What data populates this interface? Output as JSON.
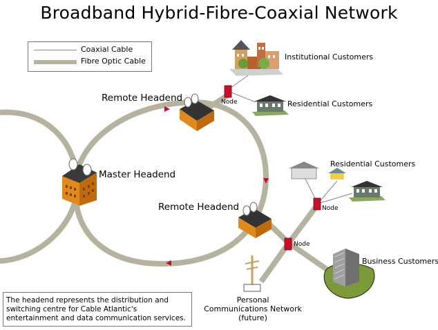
{
  "title": "Broadband Hybrid-Fibre-Coaxial Network",
  "legend": {
    "coax": "Coaxial Cable",
    "fibre": "Fibre Optic Cable"
  },
  "labels": {
    "institutional": "Institutional Customers",
    "residential_1": "Residential Customers",
    "residential_2": "Residential Customers",
    "business": "Business Customers",
    "remote_headend_1": "Remote Headend",
    "remote_headend_2": "Remote Headend",
    "master_headend": "Master Headend",
    "node_1": "Node",
    "node_2": "Node",
    "node_3": "Node",
    "pcn_line1": "Personal",
    "pcn_line2": "Communications Network",
    "pcn_line3": "(future)"
  },
  "note": "The headend represents the distribution and switching centre for Cable Atlantic's entertainment and data communication services.",
  "colors": {
    "fibre": "#b5b39f",
    "coax": "#888888",
    "node": "#c8102e",
    "building": "#e08a1e",
    "arrow": "#c8102e",
    "grass": "#7d9a3a"
  }
}
